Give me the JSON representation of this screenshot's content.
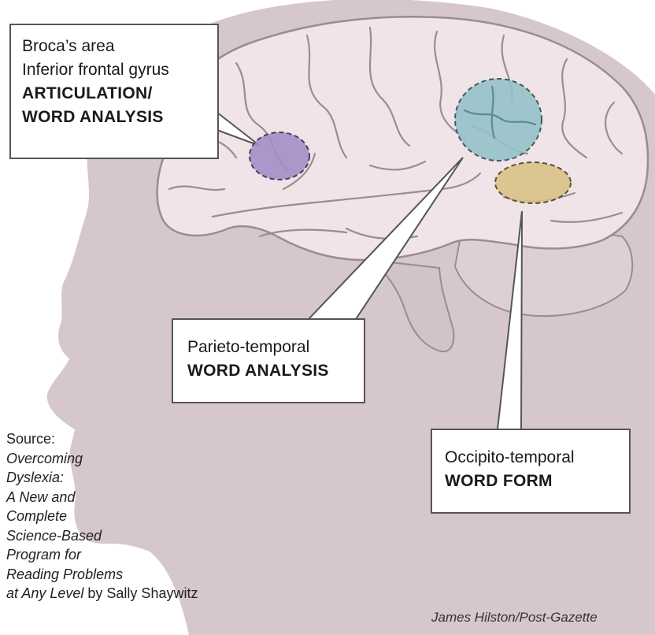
{
  "colors": {
    "head_fill": "#d6c7cd",
    "brain_fill": "#f0e4e8",
    "brain_outline": "#9c8b92",
    "cerebellum_fill": "#ddd0d5",
    "brainstem_fill": "#d2c3c9",
    "broca_fill": "#a58ec6",
    "parieto_fill": "#93c1c8",
    "occipito_fill": "#d8c186",
    "callout_border": "#555555"
  },
  "labels": {
    "broca": {
      "line1": "Broca’s area",
      "line2": "Inferior frontal gyrus",
      "line3": "ARTICULATION/",
      "line4": "WORD ANALYSIS"
    },
    "parieto": {
      "line1": "Parieto-temporal",
      "line2": "WORD ANALYSIS"
    },
    "occipito": {
      "line1": "Occipito-temporal",
      "line2": "WORD FORM"
    }
  },
  "source": {
    "prefix": "Source:",
    "title_lines": [
      "Overcoming",
      "Dyslexia:",
      "A New and",
      "Complete",
      "Science-Based",
      "Program for",
      "Reading Problems"
    ],
    "last_line_italic": "at Any Level",
    "author": " by Sally Shaywitz"
  },
  "credit": "James Hilston/Post-Gazette"
}
